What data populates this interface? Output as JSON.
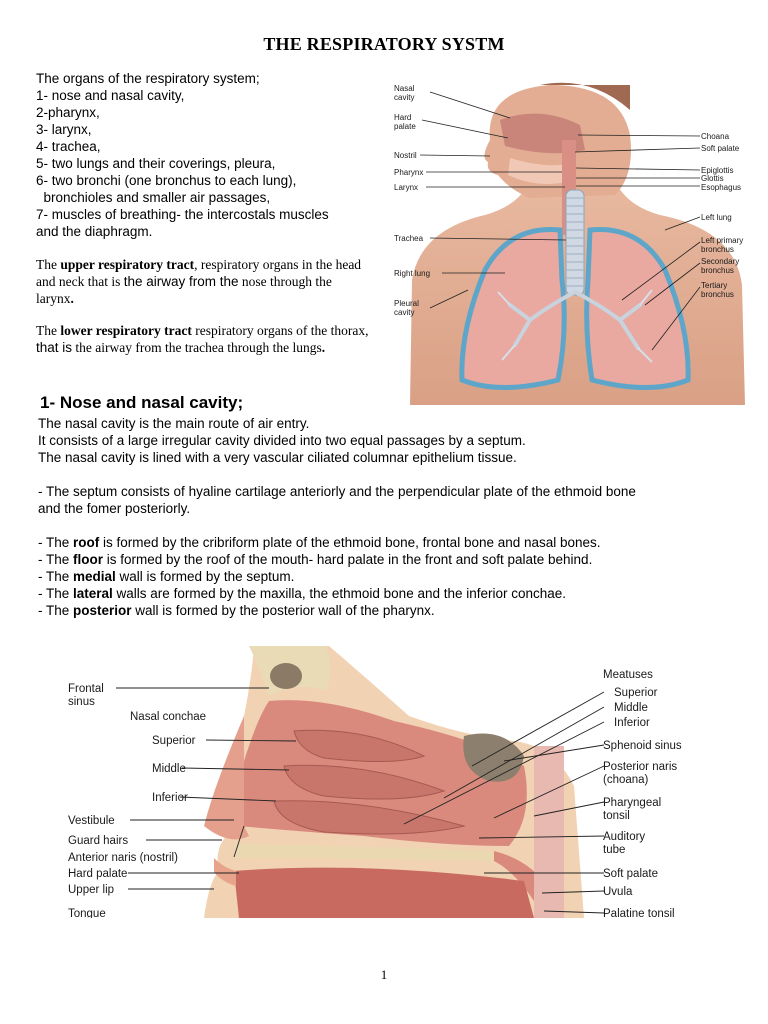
{
  "title": "THE RESPIRATORY SYSTM",
  "organs": {
    "intro": "The organs of the respiratory system;",
    "items": [
      "1- nose and nasal cavity,",
      "2-pharynx,",
      "3- larynx,",
      "4- trachea,",
      "5- two lungs and their coverings, pleura,",
      "6- two bronchi (one bronchus to each lung),",
      "  bronchioles and smaller air passages,",
      "7- muscles of breathing- the intercostals muscles",
      "and the diaphragm."
    ]
  },
  "upper": {
    "prefix": "The ",
    "term": "upper respiratory tract",
    "text1": ", respiratory organs in the head and neck that is ",
    "text2": "the airway from the",
    "text3": " nose through the larynx",
    "end": "."
  },
  "lower": {
    "prefix": "The ",
    "term": "lower respiratory tract",
    "text1": " respiratory organs of the thorax, ",
    "text2": "that is",
    "text3": " the airway from the trachea through the lungs",
    "end": "."
  },
  "section1": {
    "heading": "1- Nose and nasal cavity;",
    "lines": [
      "The nasal cavity is the main route of air entry.",
      "It consists of a large irregular cavity divided into two equal passages by a septum.",
      "The nasal cavity is lined with a very vascular ciliated columnar epithelium tissue."
    ],
    "septum_line1": "- The septum consists of hyaline cartilage anteriorly and the perpendicular plate of the ethmoid bone",
    "septum_line2": "and the fomer posteriorly.",
    "walls": [
      {
        "pre": "- The ",
        "key": "roof",
        "rest": " is formed by the cribriform plate of the ethmoid bone, frontal bone and nasal bones."
      },
      {
        "pre": "- The ",
        "key": "floor",
        "rest": " is formed by the roof of the mouth- hard palate in the front and soft palate behind."
      },
      {
        "pre": "- The ",
        "key": "medial",
        "rest": " wall is formed by the septum."
      },
      {
        "pre": "- The ",
        "key": "lateral",
        "rest": " walls are formed by the maxilla, the ethmoid bone and the inferior conchae."
      },
      {
        "pre": "- The ",
        "key": "posterior",
        "rest": " wall is formed by the posterior wall of the pharynx."
      }
    ]
  },
  "figure1_labels": {
    "nasal_cavity": [
      "Nasal",
      "cavity"
    ],
    "hard_palate": [
      "Hard",
      "palate"
    ],
    "nostril": "Nostril",
    "pharynx": "Pharynx",
    "larynx": "Larynx",
    "trachea": "Trachea",
    "right_lung": "Right lung",
    "pleural_cavity": [
      "Pleural",
      "cavity"
    ],
    "choana": "Choana",
    "soft_palate": "Soft palate",
    "epiglottis": "Epiglottis",
    "glottis": "Glottis",
    "esophagus": "Esophagus",
    "left_lung": "Left lung",
    "left_primary_bronchus": [
      "Left primary",
      "bronchus"
    ],
    "secondary_bronchus": [
      "Secondary",
      "bronchus"
    ],
    "tertiary_bronchus": [
      "Tertiary",
      "bronchus"
    ]
  },
  "figure2_labels": {
    "frontal_sinus": [
      "Frontal",
      "sinus"
    ],
    "nasal_conchae": "Nasal conchae",
    "superior": "Superior",
    "middle": "Middle",
    "inferior": "Inferior",
    "vestibule": "Vestibule",
    "guard_hairs": "Guard hairs",
    "anterior_naris": "Anterior naris (nostril)",
    "hard_palate": "Hard palate",
    "upper_lip": "Upper lip",
    "tongue": "Tongue",
    "meatuses": "Meatuses",
    "m_superior": "Superior",
    "m_middle": "Middle",
    "m_inferior": "Inferior",
    "sphenoid_sinus": "Sphenoid sinus",
    "posterior_naris": [
      "Posterior naris",
      "(choana)"
    ],
    "pharyngeal_tonsil": [
      "Pharyngeal",
      "tonsil"
    ],
    "auditory_tube": [
      "Auditory",
      "tube"
    ],
    "soft_palate": "Soft palate",
    "uvula": "Uvula",
    "palatine_tonsil": "Palatine tonsil"
  },
  "page_number": "1"
}
